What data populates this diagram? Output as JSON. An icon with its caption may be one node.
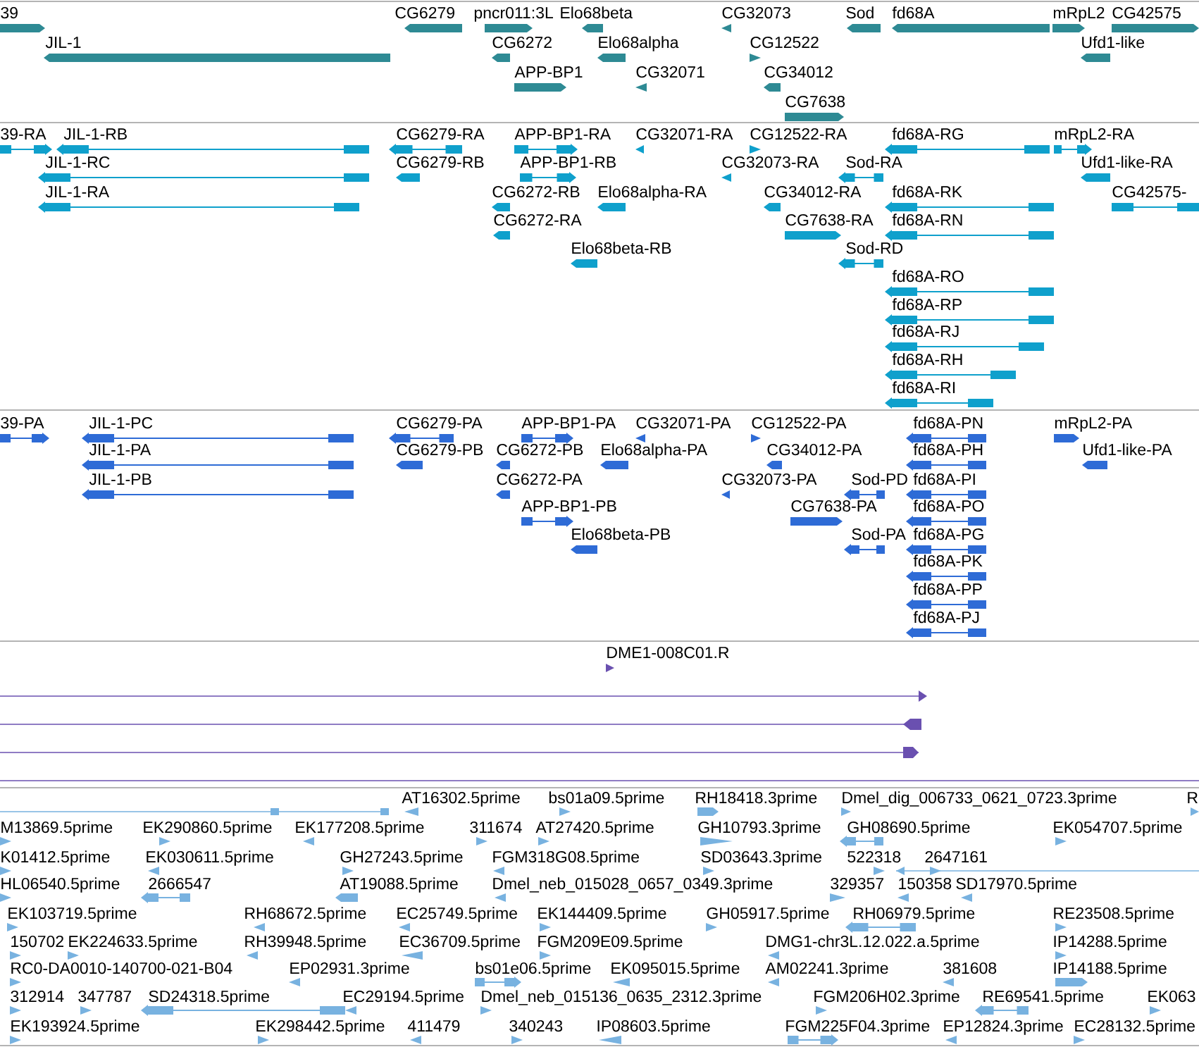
{
  "diagram": {
    "labels": [
      "39",
      "CG6279",
      "pncr011:3L",
      "Elo68beta",
      "CG32073",
      "Sod",
      "fd68A",
      "mRpL2",
      "CG42575",
      "JIL-1",
      "CG6272",
      "Elo68alpha",
      "CG12522",
      "Ufd1-like",
      "APP-BP1",
      "CG32071",
      "CG34012",
      "CG7638",
      "39-RA",
      "JIL-1-RB",
      "CG6279-RA",
      "APP-BP1-RA",
      "CG32071-RA",
      "CG12522-RA",
      "fd68A-RG",
      "mRpL2-RA",
      "JIL-1-RC",
      "CG6279-RB",
      "APP-BP1-RB",
      "CG32073-RA",
      "Sod-RA",
      "Ufd1-like-RA",
      "JIL-1-RA",
      "CG6272-RB",
      "Elo68alpha-RA",
      "CG34012-RA",
      "fd68A-RK",
      "CG42575-",
      "CG6272-RA",
      "CG7638-RA",
      "fd68A-RN",
      "Elo68beta-RB",
      "Sod-RD",
      "fd68A-RO",
      "fd68A-RP",
      "fd68A-RJ",
      "fd68A-RH",
      "fd68A-RI",
      "39-PA",
      "JIL-1-PC",
      "CG6279-PA",
      "APP-BP1-PA",
      "CG32071-PA",
      "CG12522-PA",
      "fd68A-PN",
      "mRpL2-PA",
      "JIL-1-PA",
      "CG6279-PB",
      "CG6272-PB",
      "Elo68alpha-PA",
      "CG34012-PA",
      "fd68A-PH",
      "Ufd1-like-PA",
      "JIL-1-PB",
      "CG6272-PA",
      "CG32073-PA",
      "Sod-PD",
      "fd68A-PI",
      "APP-BP1-PB",
      "CG7638-PA",
      "fd68A-PO",
      "Elo68beta-PB",
      "Sod-PA",
      "fd68A-PG",
      "fd68A-PK",
      "fd68A-PP",
      "fd68A-PJ",
      "DME1-008C01.R",
      "AT16302.5prime",
      "bs01a09.5prime",
      "RH18418.3prime",
      "Dmel_dig_006733_0621_0723.3prime",
      "R",
      "M13869.5prime",
      "EK290860.5prime",
      "EK177208.5prime",
      "311674",
      "AT27420.5prime",
      "GH10793.3prime",
      "GH08690.5prime",
      "EK054707.5prime",
      "K01412.5prime",
      "EK030611.5prime",
      "GH27243.5prime",
      "FGM318G08.5prime",
      "SD03643.3prime",
      "522318",
      "2647161",
      "HL06540.5prime",
      "2666547",
      "AT19088.5prime",
      "Dmel_neb_015028_0657_0349.3prime",
      "329357",
      "150358",
      "SD17970.5prime",
      "EK103719.5prime",
      "RH68672.5prime",
      "EC25749.5prime",
      "EK144409.5prime",
      "GH05917.5prime",
      "RH06979.5prime",
      "RE23508.5prime",
      "150702",
      "EK224633.5prime",
      "RH39948.5prime",
      "EC36709.5prime",
      "FGM209E09.5prime",
      "DMG1-chr3L.12.022.a.5prime",
      "IP14288.5prime",
      "RC0-DA0010-140700-021-B04",
      "EP02931.3prime",
      "bs01e06.5prime",
      "EK095015.5prime",
      "AM02241.3prime",
      "381608",
      "IP14188.5prime",
      "312914",
      "347787",
      "SD24318.5prime",
      "EC29194.5prime",
      "Dmel_neb_015136_0635_2312.3prime",
      "FGM206H02.3prime",
      "RE69541.5prime",
      "EK063",
      "EK193924.5prime",
      "EK298442.5prime",
      "411479",
      "340243",
      "IP08603.5prime",
      "FGM225F04.3prime",
      "EP12824.3prime",
      "EC28132.5prime"
    ]
  }
}
